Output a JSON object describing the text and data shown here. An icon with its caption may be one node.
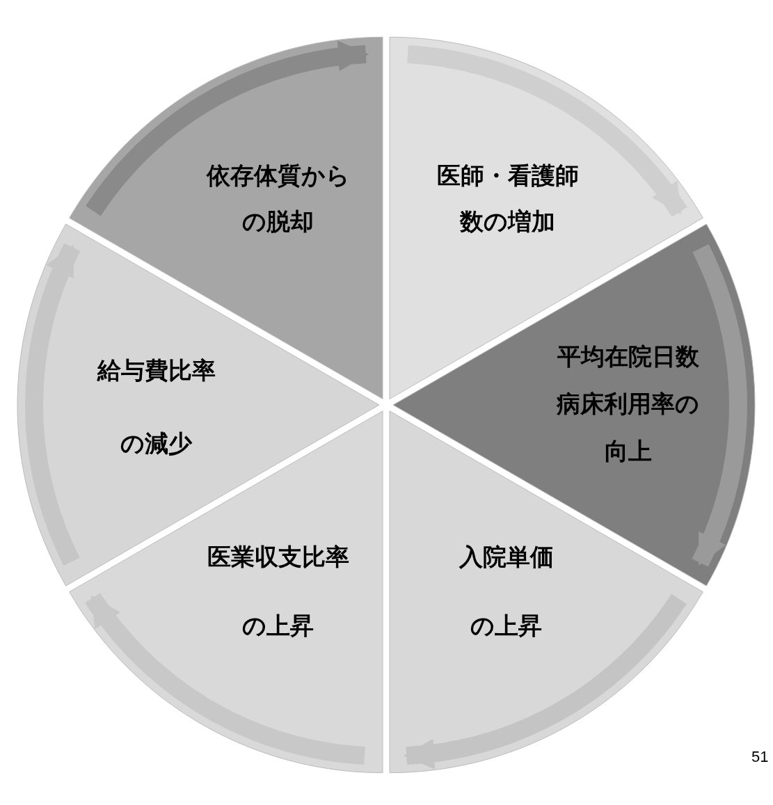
{
  "diagram": {
    "nodes": [
      {
        "text": [
          "依存体質からの脱却"
        ]
      },
      {
        "text": [
          "医師・看護師数の増加"
        ]
      },
      {
        "text": [
          "平均在院日数病床利用率の向上"
        ]
      },
      {
        "text": [
          "入院単価の上昇"
        ]
      },
      {
        "text": [
          "医業収支比率の上昇"
        ]
      },
      {
        "text": [
          "給与費比率の減少"
        ]
      }
    ],
    "edges": [
      {
        "from": 0,
        "to": 1,
        "arrow": "to"
      },
      {
        "from": 1,
        "to": 2,
        "arrow": "to"
      },
      {
        "from": 2,
        "to": 3,
        "arrow": "to"
      },
      {
        "from": 3,
        "to": 4,
        "arrow": "to"
      },
      {
        "from": 4,
        "to": 5,
        "arrow": "to"
      },
      {
        "from": 5,
        "to": 0,
        "arrow": "to"
      }
    ],
    "labels": [
      "51"
    ]
  }
}
